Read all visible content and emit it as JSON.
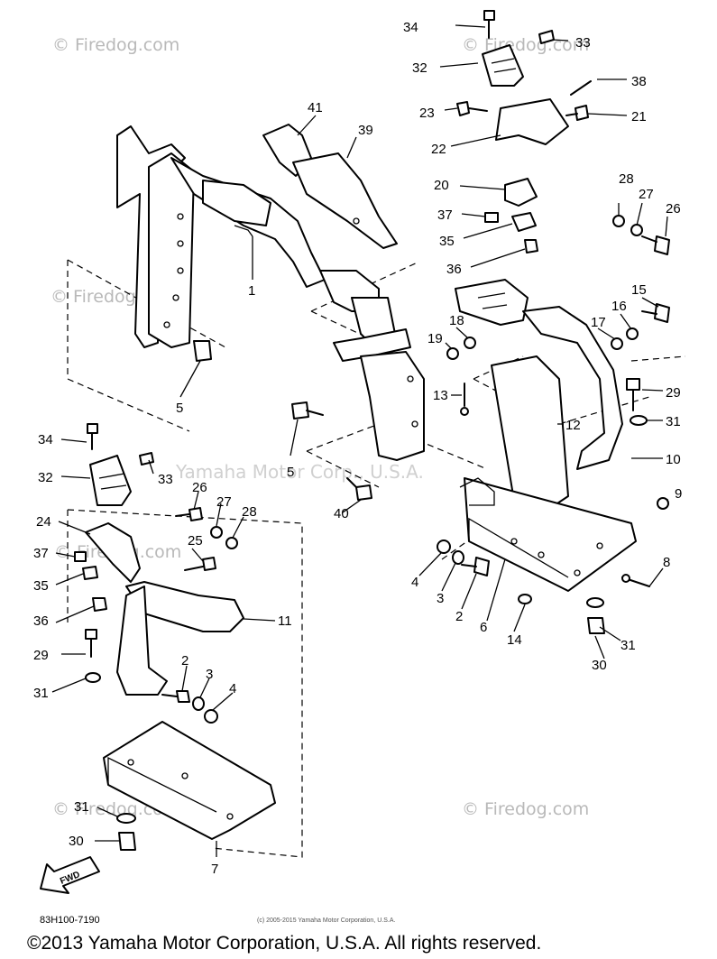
{
  "watermarks": [
    "© Firedog.com",
    "© Firedog.com",
    "© Firedog.com",
    "© Firedog.com",
    "© Firedog.com",
    "© Firedog.com"
  ],
  "center_watermark": "Yamaha Motor Corp., U.S.A.",
  "fwd_label": "FWD",
  "part_code": "83H100-7190",
  "small_copyright": "(c) 2005-2015 Yamaha Motor Corporation, U.S.A.",
  "footer_copyright": "©2013 Yamaha Motor Corporation, U.S.A. All rights reserved.",
  "callouts": [
    "34",
    "33",
    "32",
    "38",
    "23",
    "21",
    "22",
    "20",
    "41",
    "39",
    "28",
    "27",
    "26",
    "37",
    "35",
    "36",
    "1",
    "15",
    "16",
    "17",
    "18",
    "19",
    "5",
    "13",
    "29",
    "31",
    "12",
    "10",
    "34",
    "32",
    "33",
    "5",
    "40",
    "9",
    "26",
    "27",
    "28",
    "24",
    "37",
    "25",
    "35",
    "36",
    "11",
    "8",
    "4",
    "3",
    "2",
    "6",
    "14",
    "31",
    "30",
    "29",
    "31",
    "2",
    "3",
    "4",
    "31",
    "30",
    "7"
  ]
}
